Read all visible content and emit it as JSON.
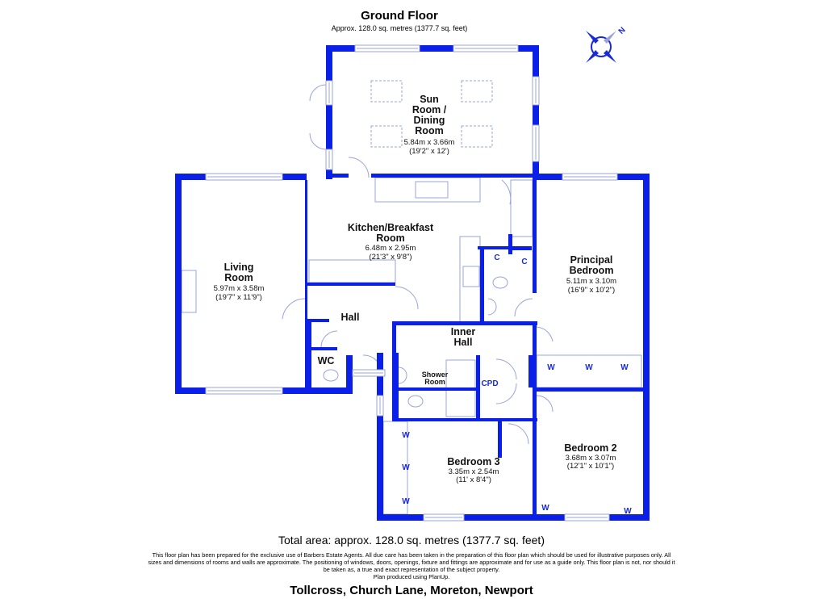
{
  "header": {
    "floor_title": "Ground Floor",
    "floor_area": "Approx. 128.0 sq. metres (1377.7 sq. feet)",
    "compass_letter": "N"
  },
  "colors": {
    "wall": "#0a1fe8",
    "fixture": "#9aa3d8",
    "text": "#111111"
  },
  "rooms": {
    "sun_room": {
      "line1": "Sun",
      "line2": "Room /",
      "line3": "Dining",
      "line4": "Room",
      "metric": "5.84m x 3.66m",
      "imperial": "(19'2\" x 12')"
    },
    "kitchen": {
      "line1": "Kitchen/Breakfast",
      "line2": "Room",
      "metric": "6.48m x 2.95m",
      "imperial": "(21'3\" x 9'8\")"
    },
    "living_room": {
      "line1": "Living",
      "line2": "Room",
      "metric": "5.97m x 3.58m",
      "imperial": "(19'7\" x 11'9\")"
    },
    "principal_bedroom": {
      "line1": "Principal",
      "line2": "Bedroom",
      "metric": "5.11m x 3.10m",
      "imperial": "(16'9\" x 10'2\")"
    },
    "hall": {
      "line1": "Hall"
    },
    "wc": {
      "line1": "WC"
    },
    "inner_hall": {
      "line1": "Inner",
      "line2": "Hall"
    },
    "shower_room": {
      "line1": "Shower",
      "line2": "Room"
    },
    "bedroom_3": {
      "line1": "Bedroom 3",
      "metric": "3.35m x 2.54m",
      "imperial": "(11' x 8'4\")"
    },
    "bedroom_2": {
      "line1": "Bedroom 2",
      "metric": "3.68m x 3.07m",
      "imperial": "(12'1\" x 10'1\")"
    }
  },
  "storage_labels": {
    "cupboard": "C",
    "airing_cupboard": "CPD",
    "wardrobe": "W"
  },
  "footer": {
    "total_area": "Total area: approx. 128.0 sq. metres (1377.7 sq. feet)",
    "disclaimer": "This floor plan has been prepared for the exclusive use of Barbers Estate Agents. All due care has been taken in the preparation of this floor plan which should be used for illustrative purposes only. All sizes and dimensions of rooms and walls are approximate. The positioning of windows, doors, openings, fixture and fittings are approximate and for use as a guide only. This floor plan is not, nor should it be taken as, a true and exact representation of the subject property.",
    "produced_by": "Plan produced using PlanUp.",
    "address": "Tollcross, Church Lane, Moreton, Newport"
  }
}
